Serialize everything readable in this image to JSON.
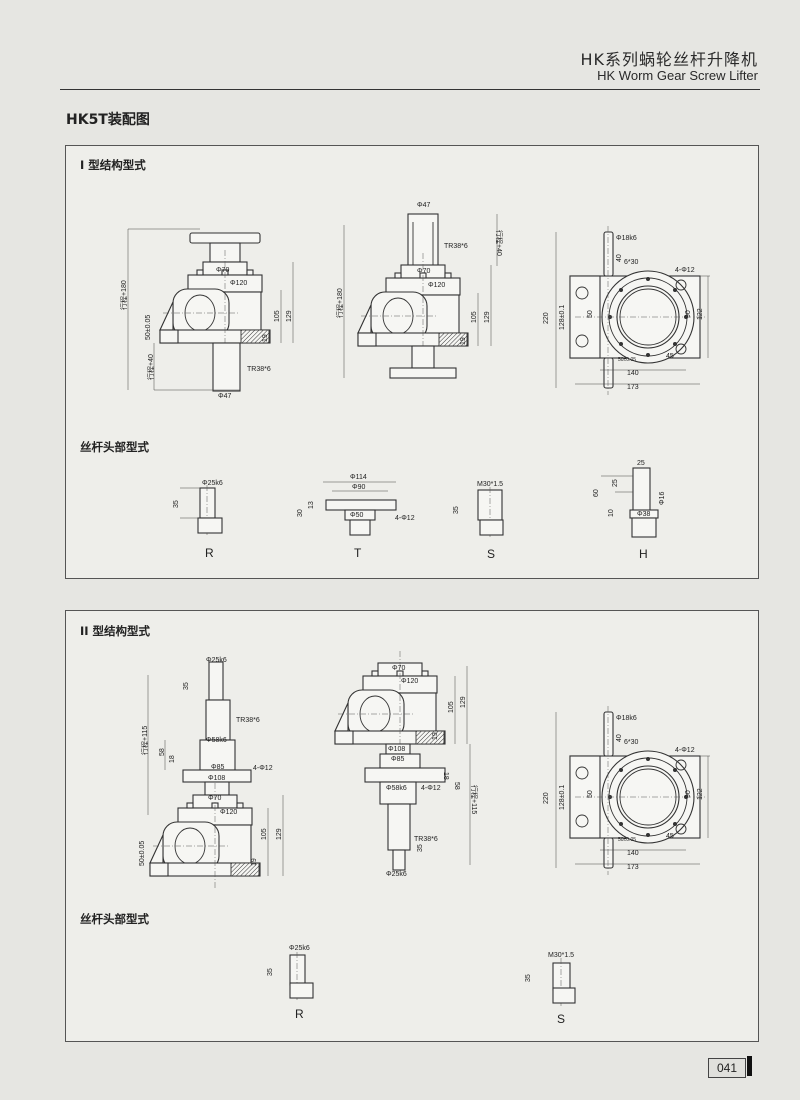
{
  "header": {
    "title_cn": "HK系列蜗轮丝杆升降机",
    "title_en": "HK Worm Gear Screw Lifter"
  },
  "page_title": "HK5T装配图",
  "section1": {
    "title": "I 型结构型式",
    "view_a": [
      "Φ70",
      "Φ120",
      "行程+180",
      "50±0.05",
      "105",
      "129",
      "19",
      "行程+40",
      "TR38*6",
      "Φ47"
    ],
    "view_b": [
      "Φ47",
      "TR38*6",
      "行程+40",
      "Φ70",
      "Φ120",
      "行程+180",
      "105",
      "129",
      "19"
    ],
    "view_c": [
      "Φ18k6",
      "40",
      "6*30",
      "4-Φ12",
      "220",
      "128±0.1",
      "50",
      "90",
      "122",
      "50±0.05",
      "45",
      "140",
      "173"
    ]
  },
  "heads1": {
    "title": "丝杆头部型式",
    "R": {
      "letter": "R",
      "dims": [
        "Φ25k6",
        "35"
      ]
    },
    "T": {
      "letter": "T",
      "dims": [
        "Φ114",
        "Φ90",
        "30",
        "13",
        "Φ50",
        "4-Φ12"
      ]
    },
    "S": {
      "letter": "S",
      "dims": [
        "M30*1.5",
        "35"
      ]
    },
    "H": {
      "letter": "H",
      "dims": [
        "25",
        "60",
        "25",
        "Φ16",
        "10",
        "Φ38"
      ]
    }
  },
  "section2": {
    "title": "II 型结构型式",
    "view_a": [
      "Φ25k6",
      "35",
      "TR38*6",
      "行程+115",
      "Φ58k6",
      "58",
      "18",
      "Φ85",
      "4-Φ12",
      "Φ108",
      "Φ70",
      "Φ120",
      "50±0.05",
      "105",
      "129",
      "19"
    ],
    "view_b": [
      "Φ70",
      "Φ120",
      "105",
      "129",
      "19",
      "Φ108",
      "Φ85",
      "18",
      "58",
      "Φ58k6",
      "4-Φ12",
      "行程+115",
      "TR38*6",
      "35",
      "Φ25k6"
    ],
    "view_c": [
      "Φ18k6",
      "40",
      "6*30",
      "4-Φ12",
      "220",
      "128±0.1",
      "50",
      "90",
      "122",
      "50±0.05",
      "45",
      "140",
      "173"
    ]
  },
  "heads2": {
    "title": "丝杆头部型式",
    "R": {
      "letter": "R",
      "dims": [
        "Φ25k6",
        "35"
      ]
    },
    "S": {
      "letter": "S",
      "dims": [
        "M30*1.5",
        "35"
      ]
    }
  },
  "page_number": "041"
}
